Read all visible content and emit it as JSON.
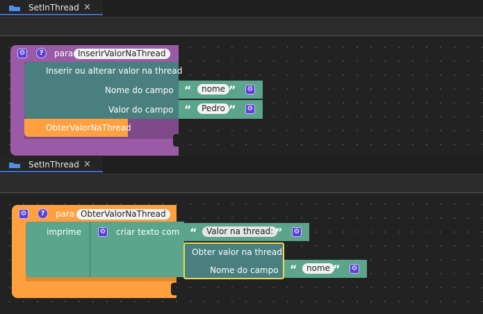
{
  "colors": {
    "purple": "#995ba5",
    "teal": "#4a7f80",
    "orange": "#ffa040",
    "green": "#5ba58c",
    "text_block": "#5ba58c",
    "gear": "#5b3fd4",
    "highlight": "#f5d848",
    "tab_accent": "#3c6fd6"
  },
  "icons": {
    "tab": "blockly-tab-icon",
    "gear": "gear-icon",
    "help": "question-mark-icon",
    "close": "close-icon"
  },
  "panel_top": {
    "tab": {
      "label": "SetInThread",
      "close": "×"
    },
    "procedure": {
      "keyword": "para",
      "name": "InserirValorNaThread",
      "statement": {
        "title": "Inserir ou alterar valor na thread",
        "field_name_label": "Nome do campo",
        "field_name_value": "nome",
        "field_value_label": "Valor do campo",
        "field_value_value": "Pedro"
      },
      "call_label": "ObterValorNaThread"
    }
  },
  "panel_bottom": {
    "tab": {
      "label": "SetInThread",
      "close": "×"
    },
    "procedure": {
      "keyword": "para",
      "name": "ObterValorNaThread",
      "print_label": "imprime",
      "create_text_label": "criar texto com",
      "text_value": "Valor na thread:",
      "get_value": {
        "title": "Obter valor na thread",
        "field_name_label": "Nome do campo",
        "field_name_value": "nome"
      }
    }
  },
  "quotes": {
    "open": "“",
    "close": "”"
  }
}
